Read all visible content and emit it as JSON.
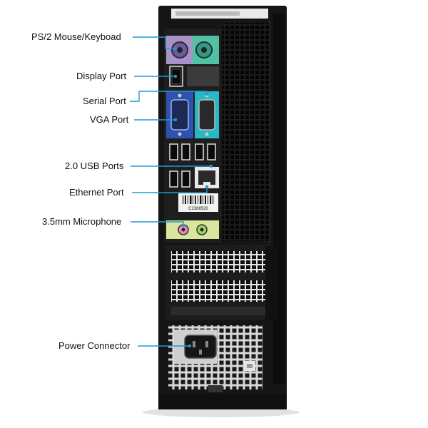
{
  "labels": {
    "ps2": "PS/2 Mouse/Keyboad",
    "display_port": "Display Port",
    "serial_port": "Serial Port",
    "vga_port": "VGA Port",
    "usb_ports": "2.0 USB Ports",
    "ethernet_port": "Ethernet Port",
    "microphone": "3.5mm Microphone",
    "power_connector": "Power Connector"
  },
  "serial_tag": "C2388520",
  "colors": {
    "callout_line": "#1f9bd0",
    "chassis": "#151515",
    "ps2_panel": "#a893c8",
    "serial_panel": "#28b8c6",
    "vga_panel": "#2d52b0",
    "audio_panel": "#d8e6a0"
  }
}
